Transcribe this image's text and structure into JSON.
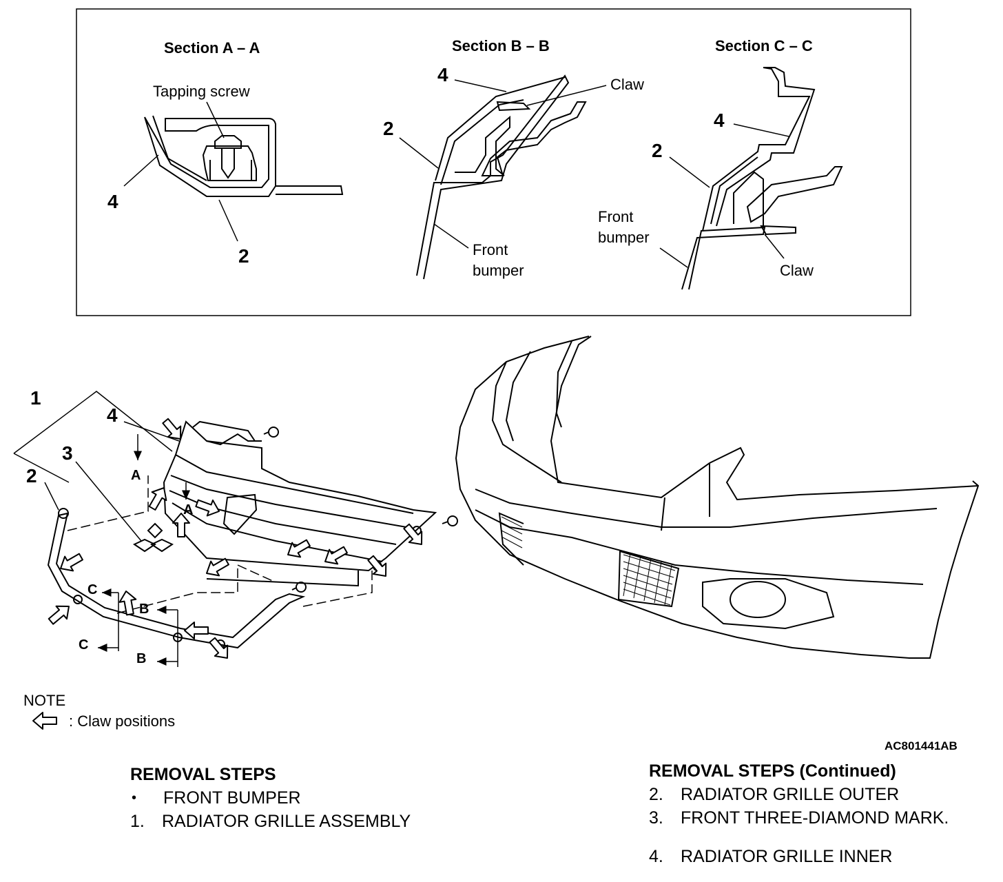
{
  "sections": {
    "a": {
      "title": "Section A – A",
      "tapping_screw": "Tapping screw",
      "callout_4": "4",
      "callout_2": "2"
    },
    "b": {
      "title": "Section B – B",
      "callout_4": "4",
      "callout_2": "2",
      "claw": "Claw",
      "front_bumper_1": "Front",
      "front_bumper_2": "bumper"
    },
    "c": {
      "title": "Section C – C",
      "callout_4": "4",
      "callout_2": "2",
      "claw": "Claw",
      "front_bumper_1": "Front",
      "front_bumper_2": "bumper"
    }
  },
  "main": {
    "callout_1": "1",
    "callout_2": "2",
    "callout_3": "3",
    "callout_4": "4",
    "section_marks": {
      "a_top": "A",
      "a_mid": "A",
      "b_top": "B",
      "b_bottom": "B",
      "c_top": "C",
      "c_bottom": "C"
    }
  },
  "note": {
    "title": "NOTE",
    "legend": ": Claw positions"
  },
  "figure_id": "AC801441AB",
  "removal_steps": {
    "heading": "REMOVAL STEPS",
    "items": [
      {
        "marker": "•",
        "label": "FRONT BUMPER"
      },
      {
        "marker": "1.",
        "label": "RADIATOR GRILLE ASSEMBLY"
      }
    ]
  },
  "removal_steps_continued": {
    "heading": "REMOVAL STEPS (Continued)",
    "items": [
      {
        "marker": "2.",
        "label": "RADIATOR GRILLE OUTER"
      },
      {
        "marker": "3.",
        "label": "FRONT THREE-DIAMOND MARK."
      },
      {
        "marker": "4.",
        "label": "RADIATOR GRILLE INNER"
      }
    ]
  }
}
